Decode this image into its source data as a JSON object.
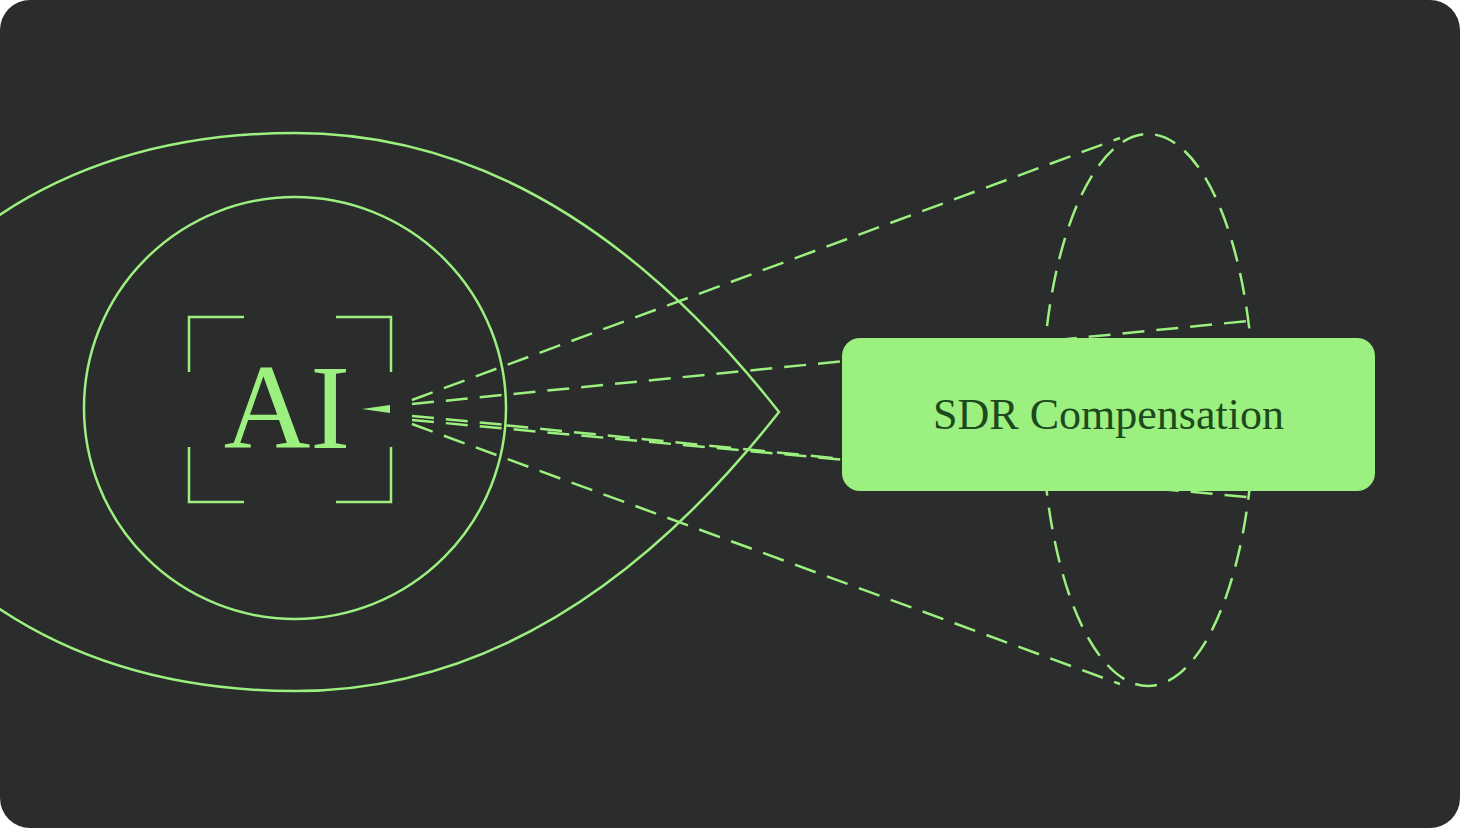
{
  "diagram": {
    "nodes": [
      {
        "text": [
          "AI"
        ]
      },
      {
        "text": [
          "SDR Compensation"
        ]
      }
    ],
    "edges": [
      {
        "from": 0,
        "to": 1,
        "arrow": "none"
      }
    ]
  }
}
